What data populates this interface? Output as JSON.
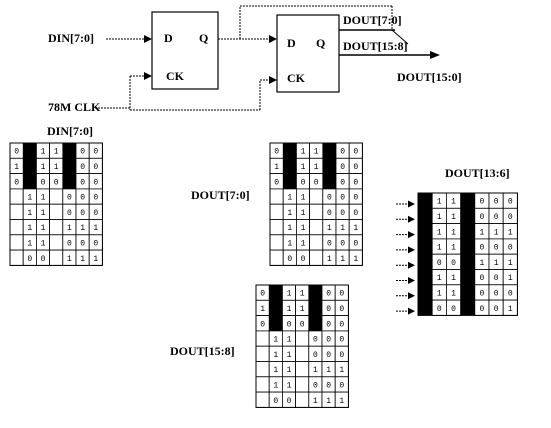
{
  "circuit": {
    "din_label": "DIN[7:0]",
    "clk_label": "78M CLK",
    "ff1": {
      "d": "D",
      "q": "Q",
      "ck": "CK"
    },
    "ff2": {
      "d": "D",
      "q": "Q",
      "ck": "CK"
    },
    "dout70_label": "DOUT[7:0]",
    "dout158_label": "DOUT[15:8]",
    "dout150_label": "DOUT[15:0]"
  },
  "tables": {
    "din": {
      "title": "DIN[7:0]",
      "rows": [
        [
          "0",
          "",
          "1",
          "1",
          "",
          "0",
          "0"
        ],
        [
          "1",
          "",
          "1",
          "1",
          "",
          "0",
          "0"
        ],
        [
          "0",
          "",
          "0",
          "0",
          "",
          "0",
          "0"
        ],
        [
          "",
          "1",
          "1",
          "",
          "0",
          "0",
          "0"
        ],
        [
          "",
          "1",
          "1",
          "",
          "0",
          "0",
          "0"
        ],
        [
          "",
          "1",
          "1",
          "",
          "1",
          "1",
          "1"
        ],
        [
          "",
          "1",
          "1",
          "",
          "0",
          "0",
          "0"
        ],
        [
          "",
          "0",
          "0",
          "",
          "1",
          "1",
          "1"
        ]
      ]
    },
    "dout70": {
      "label": "DOUT[7:0]",
      "rows": [
        [
          "0",
          "",
          "1",
          "1",
          "",
          "0",
          "0"
        ],
        [
          "1",
          "",
          "1",
          "1",
          "",
          "0",
          "0"
        ],
        [
          "0",
          "",
          "0",
          "0",
          "",
          "0",
          "0"
        ],
        [
          "",
          "1",
          "1",
          "",
          "0",
          "0",
          "0"
        ],
        [
          "",
          "1",
          "1",
          "",
          "0",
          "0",
          "0"
        ],
        [
          "",
          "1",
          "1",
          "",
          "1",
          "1",
          "1"
        ],
        [
          "",
          "1",
          "1",
          "",
          "0",
          "0",
          "0"
        ],
        [
          "",
          "0",
          "0",
          "",
          "1",
          "1",
          "1"
        ]
      ]
    },
    "dout158": {
      "label": "DOUT[15:8]",
      "rows": [
        [
          "0",
          "",
          "1",
          "1",
          "",
          "0",
          "0"
        ],
        [
          "1",
          "",
          "1",
          "1",
          "",
          "0",
          "0"
        ],
        [
          "0",
          "",
          "0",
          "0",
          "",
          "0",
          "0"
        ],
        [
          "",
          "1",
          "1",
          "",
          "0",
          "0",
          "0"
        ],
        [
          "",
          "1",
          "1",
          "",
          "0",
          "0",
          "0"
        ],
        [
          "",
          "1",
          "1",
          "",
          "1",
          "1",
          "1"
        ],
        [
          "",
          "1",
          "1",
          "",
          "0",
          "0",
          "0"
        ],
        [
          "",
          "0",
          "0",
          "",
          "1",
          "1",
          "1"
        ]
      ]
    },
    "dout136": {
      "title": "DOUT[13:6]",
      "rows": [
        [
          "",
          "1",
          "1",
          "",
          "0",
          "0",
          "0"
        ],
        [
          "",
          "1",
          "1",
          "",
          "0",
          "0",
          "0"
        ],
        [
          "",
          "1",
          "1",
          "",
          "1",
          "1",
          "1"
        ],
        [
          "",
          "1",
          "1",
          "",
          "0",
          "0",
          "0"
        ],
        [
          "",
          "0",
          "0",
          "",
          "1",
          "1",
          "1"
        ],
        [
          "",
          "1",
          "1",
          "",
          "0",
          "0",
          "1"
        ],
        [
          "",
          "1",
          "1",
          "",
          "0",
          "0",
          "0"
        ],
        [
          "",
          "0",
          "0",
          "",
          "0",
          "0",
          "1"
        ]
      ]
    }
  },
  "black_columns": {
    "din": [
      1,
      4
    ],
    "dout70": [
      1,
      4
    ],
    "dout158": [
      1,
      4
    ],
    "dout136": [
      0,
      3
    ]
  }
}
